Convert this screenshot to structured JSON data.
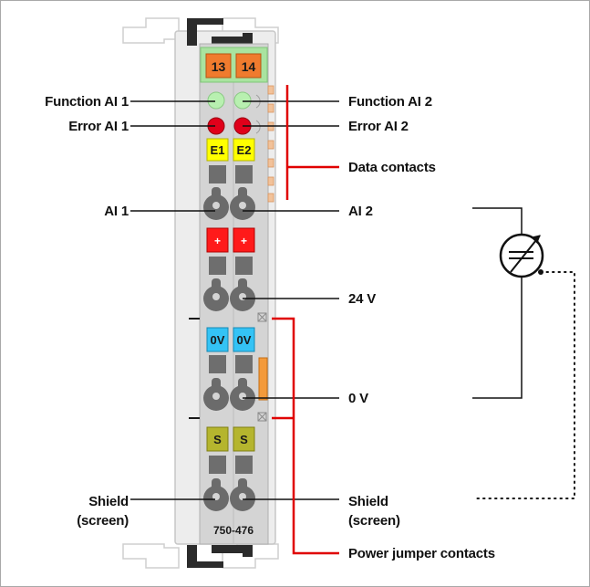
{
  "colors": {
    "module_body": "#d4d4d4",
    "module_outline": "#b0b0b0",
    "header_green": "#a9e3a0",
    "terminal_orange": "#f07b2e",
    "led_green": "#b8f0b0",
    "led_red": "#e0001a",
    "label_yellow": "#ffff00",
    "label_red": "#ff1a1a",
    "label_blue": "#34c3f5",
    "label_olive": "#b5b52e",
    "bracket_red": "#e00000"
  },
  "module": {
    "part_number": "750-476",
    "header_terminals": [
      "13",
      "14"
    ],
    "marker_pairs": [
      {
        "role": "data-channels",
        "labels": [
          "E1",
          "E2"
        ],
        "color": "yellow"
      },
      {
        "role": "supply-plus",
        "labels": [
          "+",
          "+"
        ],
        "color": "red"
      },
      {
        "role": "supply-zero",
        "labels": [
          "0V",
          "0V"
        ],
        "color": "blue"
      },
      {
        "role": "shield",
        "labels": [
          "S",
          "S"
        ],
        "color": "olive"
      }
    ]
  },
  "labels": {
    "left": {
      "function_ai1": "Function AI 1",
      "error_ai1": "Error AI 1",
      "ai1": "AI 1",
      "shield": "Shield\n(screen)"
    },
    "right": {
      "function_ai2": "Function AI 2",
      "error_ai2": "Error AI 2",
      "data_contacts": "Data contacts",
      "ai2": "AI 2",
      "v24": "24 V",
      "v0": "0 V",
      "shield": "Shield\n(screen)",
      "power_jumper": "Power jumper contacts"
    }
  },
  "sensor": {
    "icon": "variable-sensor-symbol"
  }
}
